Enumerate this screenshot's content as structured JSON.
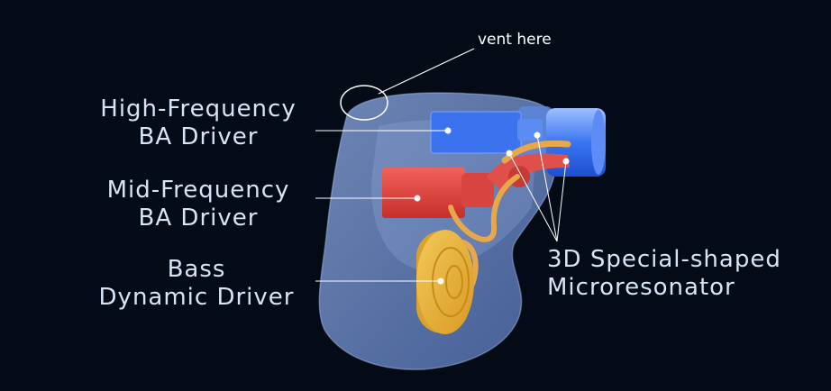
{
  "labels": {
    "vent": "vent here",
    "high_frequency": [
      "High-Frequency",
      "BA Driver"
    ],
    "mid_frequency": [
      "Mid-Frequency",
      "BA Driver"
    ],
    "bass": [
      "Bass",
      "Dynamic Driver"
    ],
    "microresonator": [
      "3D Special-shaped",
      "Microresonator"
    ]
  },
  "colors": {
    "background": "#050a17",
    "shell": "#6f8fd2",
    "nozzle": "#2c66e8",
    "high_driver": "#3b73ee",
    "mid_driver": "#e2443d",
    "bass_driver": "#e9b838",
    "tubes": "#e8a84a",
    "text": "#d6e4f5"
  }
}
